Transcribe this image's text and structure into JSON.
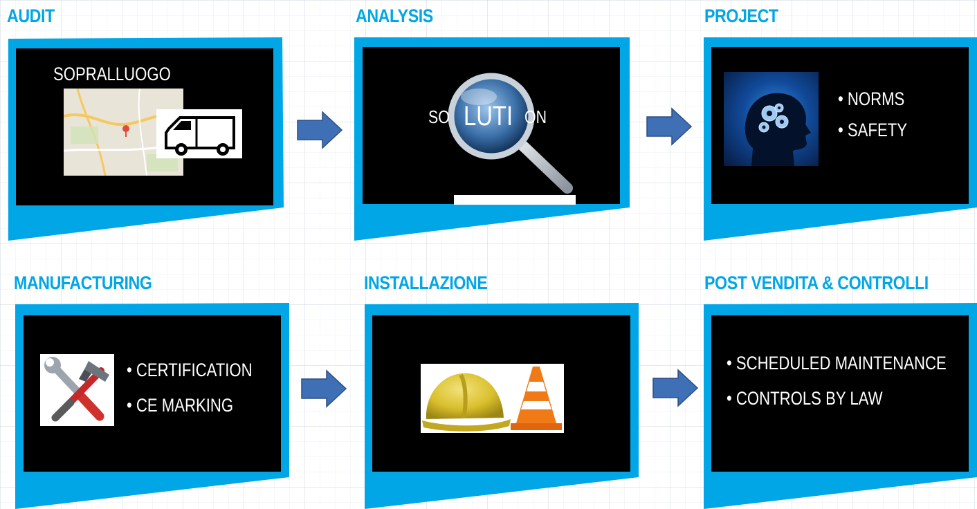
{
  "colors": {
    "accent": "#00a6e6",
    "arrow": "#3f6fb4",
    "screen": "#000000"
  },
  "steps": [
    {
      "title": "AUDIT",
      "lines": [
        "SOPRALLUOGO"
      ],
      "icons": [
        "map-image",
        "van-icon"
      ]
    },
    {
      "title": "ANALYSIS",
      "word_left": "SO",
      "word_mid": "LUTI",
      "word_right": "ON",
      "icons": [
        "magnifier-icon"
      ]
    },
    {
      "title": "PROJECT",
      "lines": [
        "• NORMS",
        "• SAFETY"
      ],
      "icons": [
        "head-gears-icon"
      ]
    },
    {
      "title": "MANUFACTURING",
      "lines": [
        "• CERTIFICATION",
        "• CE MARKING"
      ],
      "icons": [
        "tools-icon"
      ]
    },
    {
      "title": "INSTALLAZIONE",
      "lines": [],
      "icons": [
        "hard-hat-icon",
        "traffic-cone-icon"
      ]
    },
    {
      "title": "POST VENDITA & CONTROLLI",
      "lines": [
        "• SCHEDULED MAINTENANCE",
        "• CONTROLS BY LAW"
      ],
      "icons": []
    }
  ]
}
